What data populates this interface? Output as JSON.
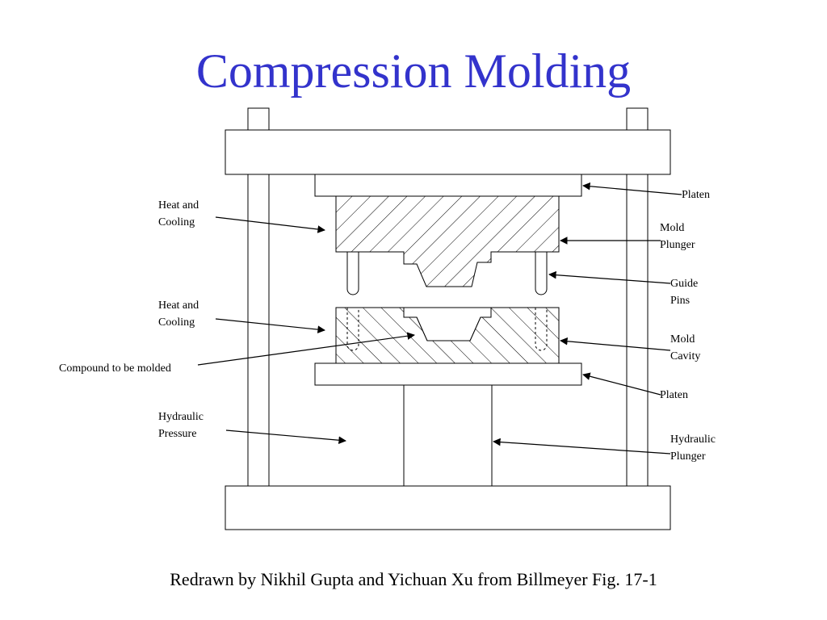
{
  "slide": {
    "title": "Compression Molding",
    "caption": "Redrawn by Nikhil Gupta and Yichuan Xu from Billmeyer Fig. 17-1"
  },
  "labels": {
    "platen_top": "Platen",
    "mold_plunger": [
      "Mold",
      "Plunger"
    ],
    "guide_pins": [
      "Guide",
      "Pins"
    ],
    "mold_cavity": [
      "Mold",
      "Cavity"
    ],
    "platen_bottom": "Platen",
    "hydraulic_plunger": [
      "Hydraulic",
      "Plunger"
    ],
    "heat_cooling_upper": [
      "Heat and",
      "Cooling"
    ],
    "heat_cooling_lower": [
      "Heat and",
      "Cooling"
    ],
    "compound": "Compound to be molded",
    "hydraulic_pressure": [
      "Hydraulic",
      "Pressure"
    ]
  },
  "colors": {
    "title": "#3333cc",
    "line": "#000000",
    "background": "#ffffff"
  }
}
